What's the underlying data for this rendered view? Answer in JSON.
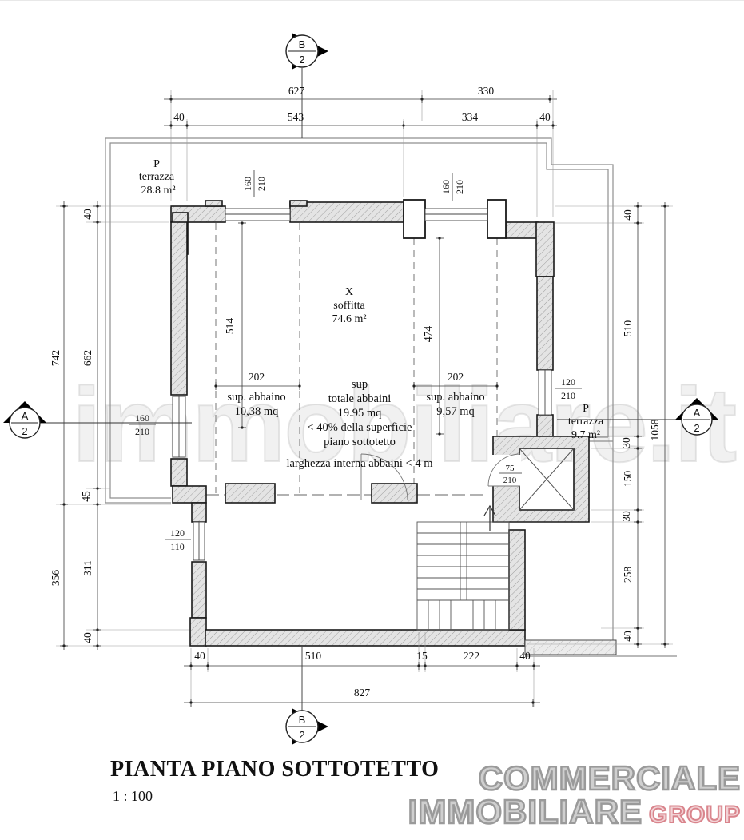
{
  "plan": {
    "markers": {
      "section_b": {
        "letter": "B",
        "number": "2"
      },
      "section_a": {
        "letter": "A",
        "number": "2"
      }
    },
    "rooms": {
      "terrace_left": {
        "code": "P",
        "name": "terrazza",
        "area": "28.8 m²"
      },
      "terrace_right": {
        "code": "P",
        "name": "terrazza",
        "area": "9.7 m²"
      },
      "attic": {
        "code": "X",
        "name": "soffitta",
        "area": "74.6 m²"
      }
    },
    "annotations": {
      "dormer_left": {
        "line1": "sup. abbaino",
        "line2": "10,38 mq"
      },
      "dormer_right": {
        "line1": "sup. abbaino",
        "line2": "9,57 mq"
      },
      "dormer_total": {
        "line1": "sup",
        "line2": "totale abbaini",
        "line3": "19.95 mq",
        "line4": "< 40% della superficie",
        "line5": "piano sottotetto"
      },
      "dormer_width_note": "larghezza interna abbaini < 4 m"
    },
    "openings": {
      "north1": {
        "num": "160",
        "den": "210"
      },
      "north2": {
        "num": "160",
        "den": "210"
      },
      "west_upper": {
        "num": "160",
        "den": "210"
      },
      "west_lower": {
        "num": "120",
        "den": "110"
      },
      "east": {
        "num": "120",
        "den": "210"
      },
      "stair_door": {
        "num": "75",
        "den": "210"
      }
    },
    "dimensions": {
      "top_outer": [
        "627",
        "330"
      ],
      "top_inner": [
        "40",
        "543",
        "334",
        "40"
      ],
      "left_outer": [
        "742",
        "356"
      ],
      "left_inner": [
        "40",
        "662",
        "45",
        "311",
        "40"
      ],
      "right_inner": [
        "40",
        "510",
        "30",
        "150",
        "30",
        "258",
        "40"
      ],
      "right_outer": [
        "1058"
      ],
      "bottom_inner": [
        "40",
        "510",
        "15",
        "222",
        "40"
      ],
      "bottom_outer": [
        "827"
      ],
      "interior": [
        "514",
        "474",
        "202",
        "202"
      ]
    }
  },
  "titleblock": {
    "title": "PIANTA PIANO SOTTOTETTO",
    "scale": "1 : 100"
  },
  "watermark": {
    "text": "immobiliare.it"
  },
  "logo": {
    "line1": "COMMERCIALE",
    "line2": "IMMOBILIARE",
    "suffix": "GROUP",
    "gray": "#9a9a9a",
    "red": "#d9848c"
  }
}
